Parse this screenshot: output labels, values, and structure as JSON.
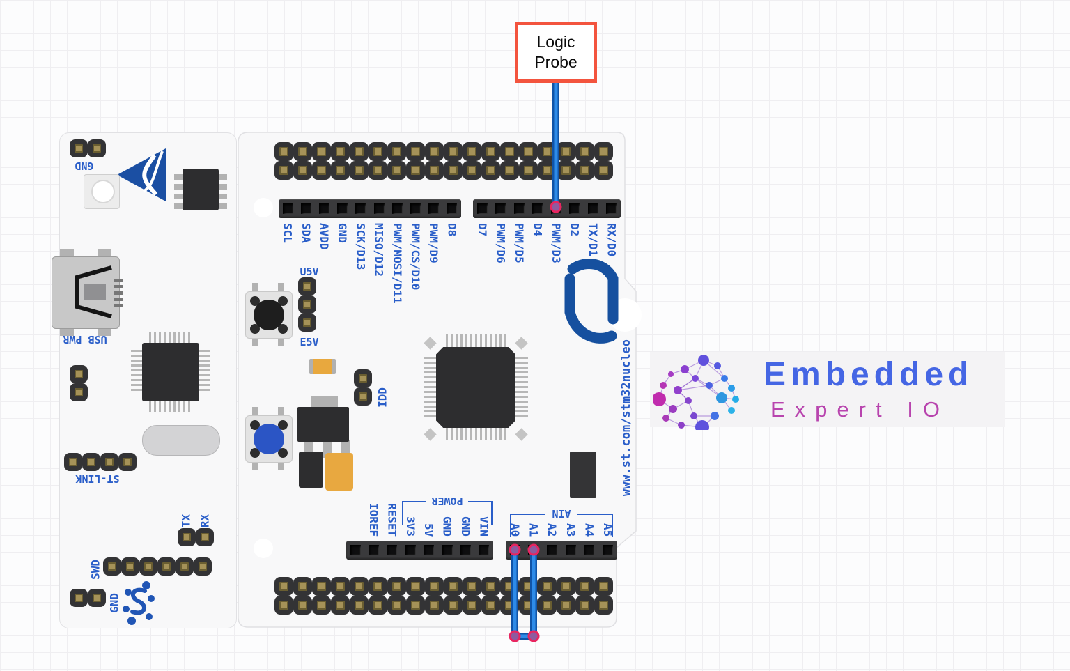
{
  "annotation_box": {
    "text": "Logic Probe"
  },
  "wiring": {
    "probe_wire_target_pin": "PWM/D3",
    "loop_wire_pins": [
      "A0",
      "A1"
    ]
  },
  "board": {
    "silkscreen": {
      "gnd_top": "GND",
      "usb_pwr": "USB PWR",
      "st_link": "ST-LINK",
      "tx": "TX",
      "rx": "RX",
      "swd": "SWD",
      "gnd_bottom": "GND",
      "u5v": "U5V",
      "e5v": "E5V",
      "idd": "IDD",
      "website": "www.st.com/stm32nucleo",
      "power_group": "POWER",
      "ain_group": "AIN"
    },
    "headers": {
      "top_left_labels": [
        "SCL",
        "SDA",
        "AVDD",
        "GND",
        "SCK/D13",
        "MISO/D12",
        "PWM/MOSI/D11",
        "PWM/CS/D10",
        "PWM/D9",
        "D8"
      ],
      "top_right_labels": [
        "D7",
        "PWM/D6",
        "PWM/D5",
        "D4",
        "PWM/D3",
        "D2",
        "TX/D1",
        "RX/D0"
      ],
      "bottom_left_labels": [
        "",
        "IOREF",
        "RESET",
        "3V3",
        "5V",
        "GND",
        "GND",
        "VIN"
      ],
      "bottom_right_labels": [
        "A0",
        "A1",
        "A2",
        "A3",
        "A4",
        "A5"
      ]
    }
  },
  "brand": {
    "title": "Embedded",
    "subtitle": "Expert IO"
  },
  "colors": {
    "wire_blue": "#2e8be8",
    "wire_edge_blue": "#1054a8",
    "silkscreen_blue": "#2a5ec9",
    "probe_box_border": "#f3543e",
    "st_logo_blue": "#16509f",
    "brand_blue": "#4566e4",
    "brand_purple": "#b844ae",
    "connector_pink": "#e82560"
  }
}
